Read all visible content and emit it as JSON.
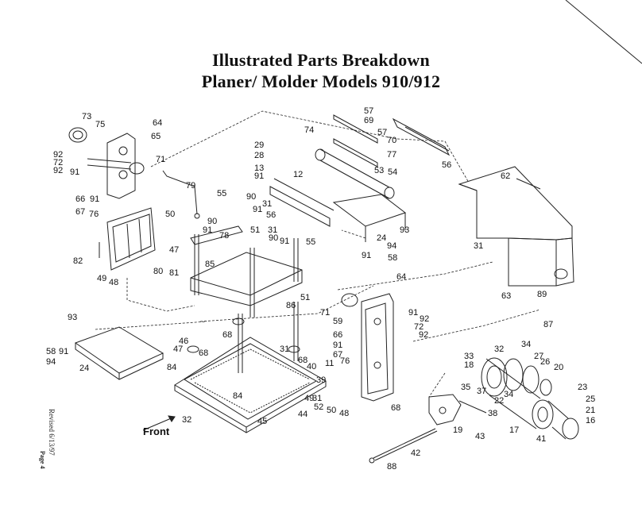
{
  "title": {
    "line1": "Illustrated Parts Breakdown",
    "line2": "Planer/ Molder Models 910/912"
  },
  "front_label": "Front",
  "revised": "Revised 6/13/97",
  "page": "Page 4",
  "callouts": [
    "73",
    "75",
    "64",
    "65",
    "92",
    "72",
    "92",
    "91",
    "71",
    "66",
    "91",
    "67",
    "76",
    "50",
    "82",
    "49",
    "48",
    "80",
    "79",
    "47",
    "81",
    "85",
    "90",
    "91",
    "78",
    "55",
    "90",
    "31",
    "91",
    "56",
    "29",
    "28",
    "13",
    "91",
    "12",
    "74",
    "57",
    "69",
    "57",
    "70",
    "77",
    "53",
    "54",
    "56",
    "62",
    "51",
    "31",
    "90",
    "91",
    "55",
    "93",
    "24",
    "94",
    "91",
    "58",
    "31",
    "63",
    "86",
    "51",
    "64",
    "71",
    "91",
    "92",
    "59",
    "72",
    "92",
    "66",
    "91",
    "67",
    "76",
    "93",
    "58",
    "91",
    "94",
    "24",
    "46",
    "47",
    "68",
    "84",
    "68",
    "31",
    "68",
    "40",
    "11",
    "39",
    "31",
    "49",
    "50",
    "48",
    "52",
    "68",
    "84",
    "45",
    "44",
    "32",
    "33",
    "18",
    "32",
    "34",
    "27",
    "26",
    "20",
    "35",
    "37",
    "34",
    "22",
    "23",
    "25",
    "21",
    "16",
    "38",
    "17",
    "41",
    "19",
    "43",
    "42",
    "88",
    "89",
    "87"
  ]
}
